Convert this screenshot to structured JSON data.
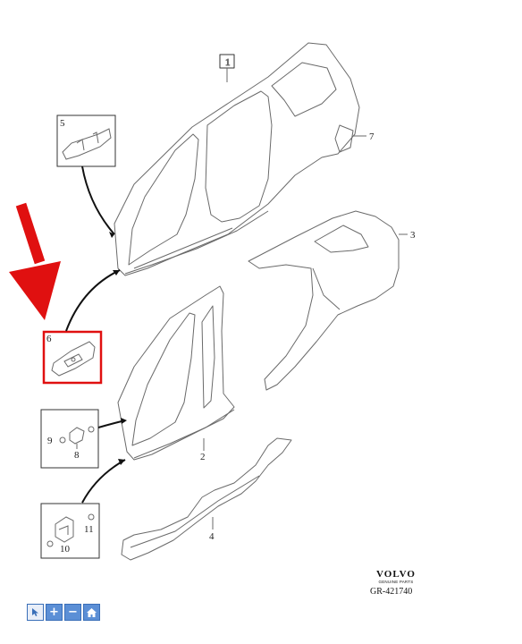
{
  "callouts": {
    "c1": "1",
    "c2": "2",
    "c3": "3",
    "c4": "4",
    "c5": "5",
    "c6": "6",
    "c7": "7",
    "c8": "8",
    "c9": "9",
    "c10": "10",
    "c11": "11"
  },
  "brand": {
    "logo": "VOLVO",
    "subtitle": "GENUINE PARTS",
    "drawing_number": "GR-421740"
  },
  "toolbar": {
    "pointer_icon": "cursor-icon",
    "zoom_in": "+",
    "zoom_out": "−",
    "home_icon": "home-icon"
  },
  "colors": {
    "highlight": "#e01010",
    "line": "#6a6a6a"
  }
}
